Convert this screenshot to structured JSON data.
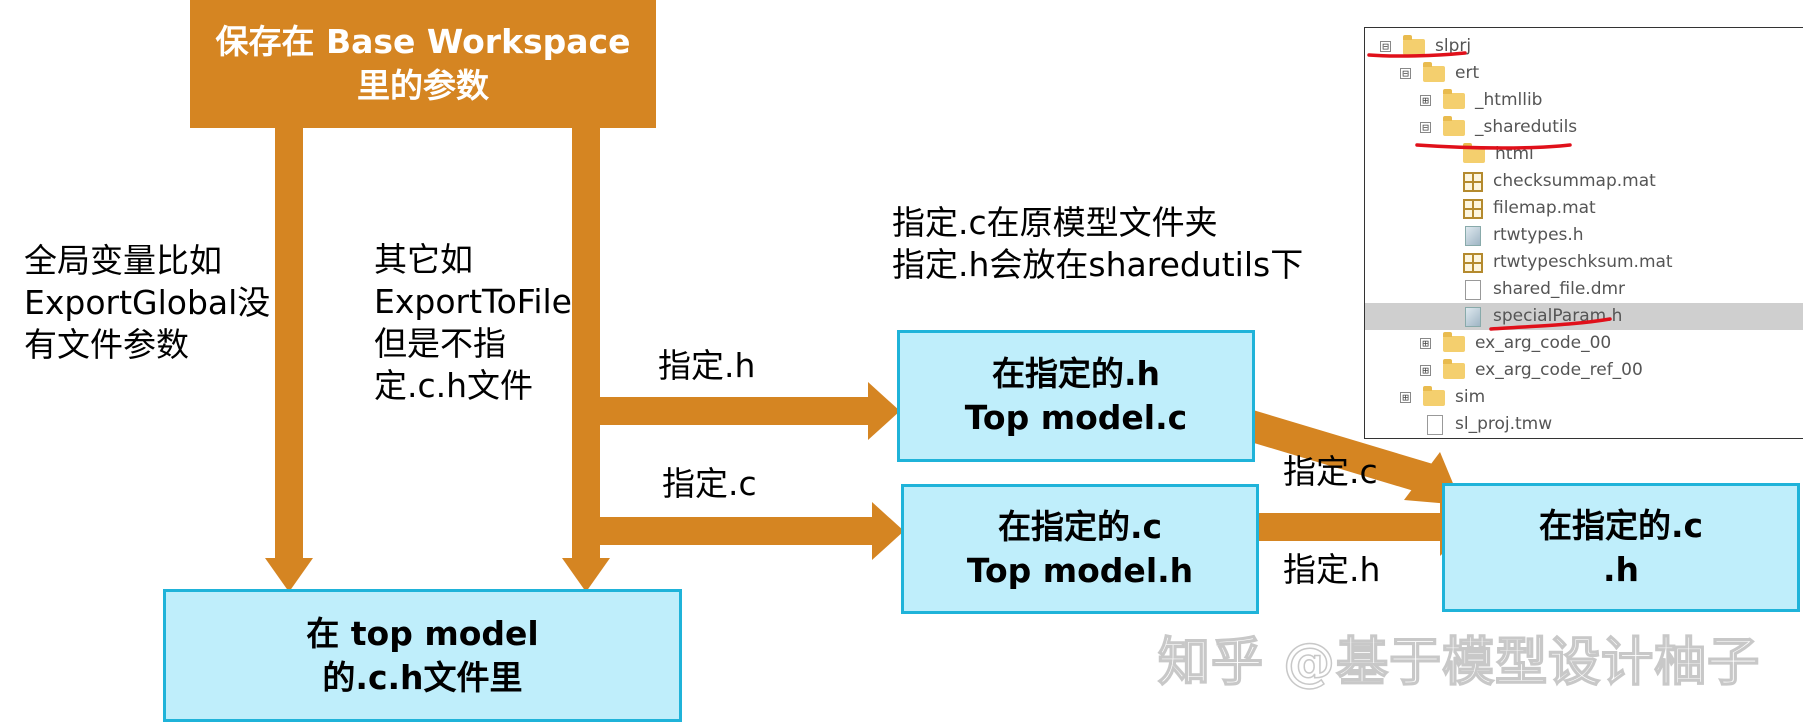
{
  "top_box": {
    "line1": "保存在 Base Workspace",
    "line2": "里的参数"
  },
  "left_note": {
    "lines": [
      "全局变量比如",
      "ExportGlobal没",
      "有文件参数"
    ]
  },
  "middle_note": {
    "lines": [
      "其它如",
      "ExportToFile",
      "但是不指",
      "定.c.h文件"
    ]
  },
  "arrow_label_h": "指定.h",
  "arrow_label_c": "指定.c",
  "right_arrow_label_c": "指定.c",
  "right_arrow_label_h": "指定.h",
  "spec_note": {
    "line1": "指定.c在原模型文件夹",
    "line2": "指定.h会放在sharedutils下"
  },
  "box_h": {
    "line1": "在指定的.h",
    "line2": "Top model.c"
  },
  "box_c": {
    "line1": "在指定的.c",
    "line2": "Top model.h"
  },
  "box_bottom": {
    "line1": "在 top model",
    "line2": "的.c.h文件里"
  },
  "box_right": {
    "line1": "在指定的.c",
    "line2": ".h"
  },
  "file_tree": [
    {
      "label": "slprj",
      "type": "folder",
      "expander": "⊟"
    },
    {
      "label": "ert",
      "type": "folder",
      "expander": "⊟"
    },
    {
      "label": "_htmllib",
      "type": "folder",
      "expander": "⊞"
    },
    {
      "label": "_sharedutils",
      "type": "folder",
      "expander": "⊟"
    },
    {
      "label": "html",
      "type": "folder",
      "expander": ""
    },
    {
      "label": "checksummap.mat",
      "type": "mat",
      "expander": ""
    },
    {
      "label": "filemap.mat",
      "type": "mat",
      "expander": ""
    },
    {
      "label": "rtwtypes.h",
      "type": "h",
      "expander": ""
    },
    {
      "label": "rtwtypeschksum.mat",
      "type": "mat",
      "expander": ""
    },
    {
      "label": "shared_file.dmr",
      "type": "file",
      "expander": ""
    },
    {
      "label": "specialParam.h",
      "type": "h",
      "expander": "",
      "selected": true
    },
    {
      "label": "ex_arg_code_00",
      "type": "folder",
      "expander": "⊞"
    },
    {
      "label": "ex_arg_code_ref_00",
      "type": "folder",
      "expander": "⊞"
    },
    {
      "label": "sim",
      "type": "folder",
      "expander": "⊞"
    },
    {
      "label": "sl_proj.tmw",
      "type": "file",
      "expander": ""
    }
  ],
  "watermark": "知乎 @基于模型设计柚子",
  "colors": {
    "orange": "#d58522",
    "blue_fill": "#bfeefb",
    "blue_border": "#1fb3d9",
    "red_mark": "#e0101a"
  }
}
